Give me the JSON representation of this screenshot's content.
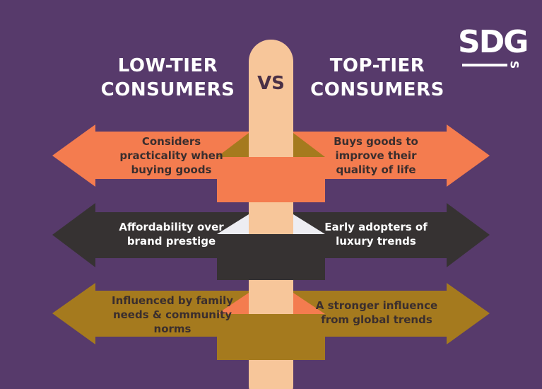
{
  "logo": {
    "letters": "SDG",
    "small_letter": "S"
  },
  "headings": {
    "left": [
      "LOW-TIER",
      "CONSUMERS"
    ],
    "center": "VS",
    "right": [
      "TOP-TIER",
      "CONSUMERS"
    ]
  },
  "rows": [
    {
      "color": "#F47C4F",
      "fold_color": "#A57A1E",
      "text_color": "dark",
      "left": [
        "Considers",
        "practicality when",
        "buying goods"
      ],
      "right": [
        "Buys goods to",
        "improve their",
        "quality of life"
      ]
    },
    {
      "color": "#363232",
      "fold_color": "#EDEDF2",
      "text_color": "light",
      "left": [
        "Affordability over",
        "brand prestige"
      ],
      "right": [
        "Early adopters of",
        "luxury trends"
      ]
    },
    {
      "color": "#A57A1E",
      "fold_color": "#F47C4F",
      "text_color": "dark",
      "left": [
        "Influenced by family",
        "needs & community",
        "norms"
      ],
      "right": [
        "A stronger influence",
        "from global trends"
      ]
    }
  ],
  "colors": {
    "background": "#573A6B",
    "post": "#F7C69A",
    "post_stroke": "#E9B282"
  }
}
